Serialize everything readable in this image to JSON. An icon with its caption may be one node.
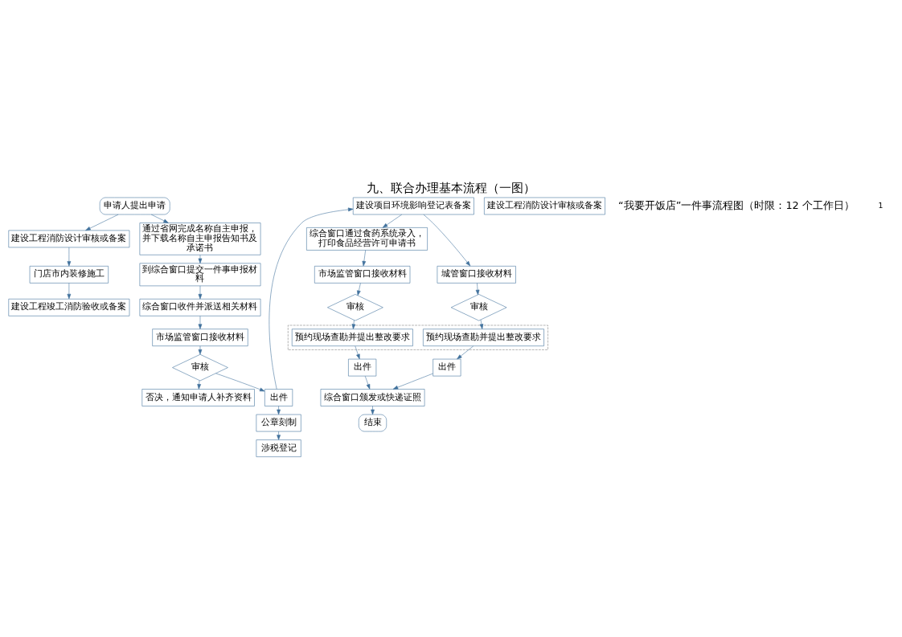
{
  "diagram": {
    "title": "九、联合办理基本流程（一图）",
    "nodes": [
      {
        "text": [
          "申请人提出申请"
        ]
      },
      {
        "text": [
          "建设工程消防设计审核或备案"
        ]
      },
      {
        "text": [
          "通过省网完成名称自主申报，并下载名称自主申报告知书及承诺书"
        ]
      },
      {
        "text": [
          "门店市内装修施工"
        ]
      },
      {
        "text": [
          "建设工程竣工消防验收或备案"
        ]
      },
      {
        "text": [
          "到综合窗口提交一件事申报材料"
        ]
      },
      {
        "text": [
          "综合窗口收件并派送相关材料"
        ]
      },
      {
        "text": [
          "市场监管窗口接收材料"
        ]
      },
      {
        "text": [
          "审核"
        ]
      },
      {
        "text": [
          "否决，通知申请人补齐资料"
        ]
      },
      {
        "text": [
          "出件"
        ]
      },
      {
        "text": [
          "公章刻制"
        ]
      },
      {
        "text": [
          "涉税登记"
        ]
      },
      {
        "text": [
          "建设工程消防设计审核或备案"
        ]
      },
      {
        "text": [
          "建设项目环境影响登记表备案"
        ]
      },
      {
        "text": [
          "综合窗口通过食药系统录入，打印食品经营许可申请书"
        ]
      },
      {
        "text": [
          "市场监管窗口接收材料"
        ]
      },
      {
        "text": [
          "城管窗口接收材料"
        ]
      },
      {
        "text": [
          "审核"
        ]
      },
      {
        "text": [
          "审核"
        ]
      },
      {
        "text": [],
        "shape": "box"
      },
      {
        "text": [
          "预约现场查勘并提出整改要求"
        ],
        "in": 20
      },
      {
        "text": [
          "预约现场查勘并提出整改要求"
        ],
        "in": 20
      },
      {
        "text": [
          "出件"
        ]
      },
      {
        "text": [
          "出件"
        ]
      },
      {
        "text": [
          "综合窗口颁发或快递证照"
        ]
      },
      {
        "text": [
          "结束"
        ]
      }
    ],
    "edges": [
      {
        "from": 0,
        "to": 2,
        "arrow": "to"
      },
      {
        "from": 0,
        "to": 1,
        "arrow": "to"
      },
      {
        "from": 1,
        "to": 3,
        "arrow": "to"
      },
      {
        "from": 3,
        "to": 4,
        "arrow": "to"
      },
      {
        "from": 2,
        "to": 5,
        "arrow": "to"
      },
      {
        "from": 5,
        "to": 6,
        "arrow": "to"
      },
      {
        "from": 6,
        "to": 7,
        "arrow": "to"
      },
      {
        "from": 7,
        "to": 8,
        "arrow": "to"
      },
      {
        "from": 8,
        "to": 9,
        "arrow": "to"
      },
      {
        "from": 8,
        "to": 10,
        "arrow": "to"
      },
      {
        "from": 10,
        "to": 11,
        "arrow": "to"
      },
      {
        "from": 11,
        "to": 12,
        "arrow": "to"
      },
      {
        "from": 10,
        "to": 14,
        "arrow": "to"
      },
      {
        "from": 14,
        "to": 15,
        "arrow": "to"
      },
      {
        "from": 14,
        "to": 17,
        "arrow": "to"
      },
      {
        "from": 15,
        "to": 16,
        "arrow": "to"
      },
      {
        "from": 16,
        "to": 18,
        "arrow": "to"
      },
      {
        "from": 17,
        "to": 19,
        "arrow": "to"
      },
      {
        "from": 18,
        "to": 21,
        "arrow": "to"
      },
      {
        "from": 19,
        "to": 22,
        "arrow": "to"
      },
      {
        "from": 21,
        "to": 23,
        "arrow": "to"
      },
      {
        "from": 22,
        "to": 24,
        "arrow": "to"
      },
      {
        "from": 23,
        "to": 25,
        "arrow": "to"
      },
      {
        "from": 24,
        "to": 25,
        "arrow": "to"
      },
      {
        "from": 25,
        "to": 26,
        "arrow": "to"
      }
    ],
    "labels": [
      "“我要开饭店”一件事流程图（时限：12 个工作日）",
      "1"
    ]
  }
}
